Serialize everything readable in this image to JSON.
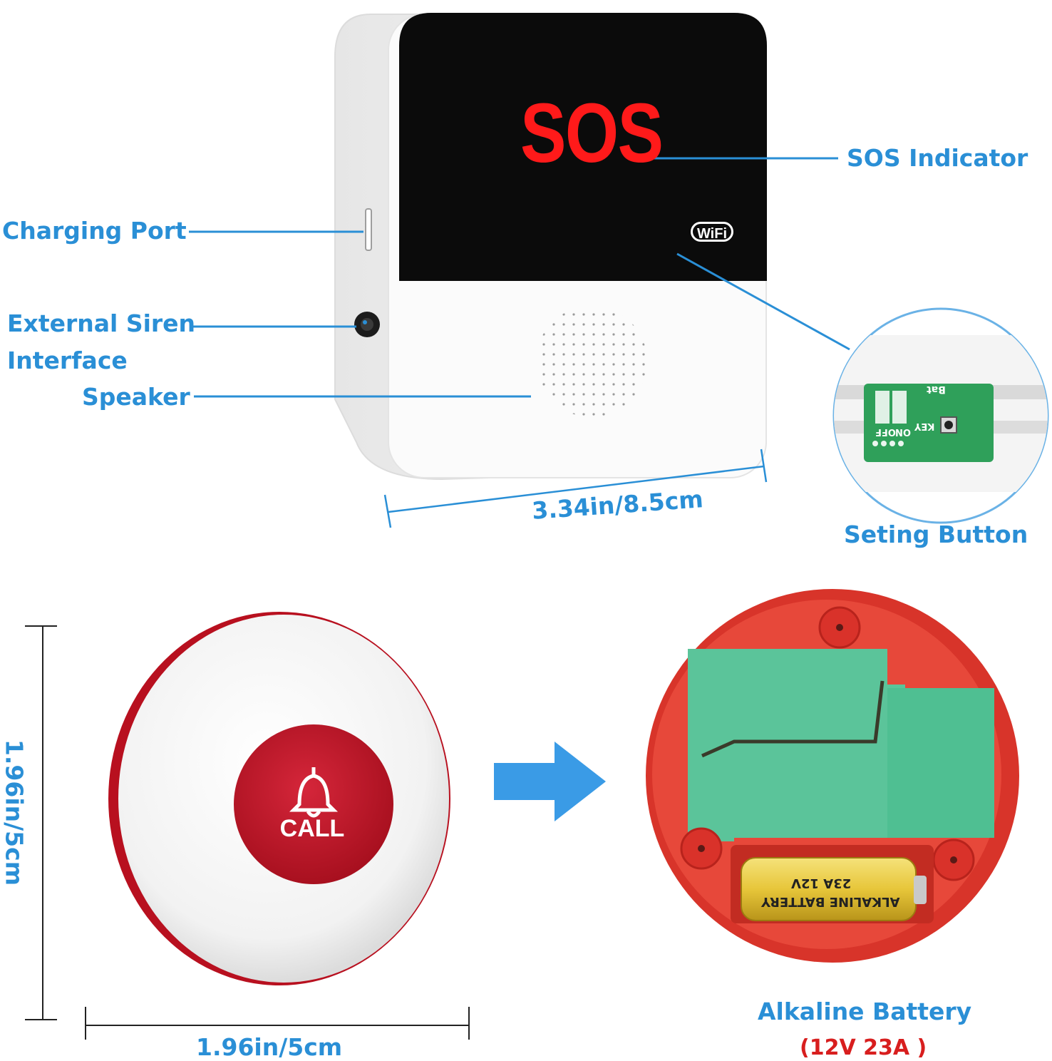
{
  "receiver": {
    "display_text": "SOS",
    "wifi_badge": "WiFi",
    "width_dimension": "3.34in/8.5cm"
  },
  "callouts": {
    "sos_indicator": "SOS Indicator",
    "charging_port": "Charging Port",
    "external_siren_line1": "External Siren",
    "external_siren_line2": "Interface",
    "speaker": "Speaker",
    "setting_button": "Seting Button"
  },
  "call_button": {
    "label": "CALL",
    "height_dimension": "1.96in/5cm",
    "width_dimension": "1.96in/5cm"
  },
  "battery": {
    "title": "Alkaline Battery",
    "spec": "(12V 23A )",
    "print_line1": "23A 12V",
    "print_line2": "ALKALINE BATTERY"
  },
  "pcb": {
    "switch_off": "OFF",
    "switch_on": "ON",
    "key": "KEY",
    "bat": "Bat"
  },
  "colors": {
    "accent_blue": "#2a8fd6",
    "sos_red": "#ff1a1a",
    "button_red": "#c8102e",
    "case_red": "#e03a2a",
    "pcb_green": "#3fbf86"
  }
}
